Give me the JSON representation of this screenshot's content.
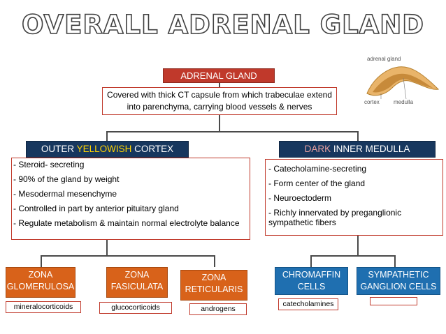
{
  "title": "OVERALL ADRENAL GLAND",
  "root": {
    "label": "ADRENAL GLAND",
    "description": "Covered with thick CT capsule from which trabeculae extend into parenchyma, carrying blood vessels & nerves"
  },
  "inset": {
    "title": "adrenal gland",
    "cortex_label": "cortex",
    "medulla_label": "medulla"
  },
  "cortex": {
    "label_pre": "OUTER ",
    "label_highlight": "YELLOWISH",
    "label_post": " CORTEX",
    "highlight_color": "#ffd400",
    "items": [
      "- Steroid- secreting",
      "- 90% of the gland by weight",
      "- Mesodermal mesenchyme",
      "- Controlled in part by anterior pituitary gland",
      "- Regulate metabolism & maintain normal electrolyte balance"
    ],
    "zones": [
      {
        "name": "ZONA GLOMERULOSA",
        "product": "mineralocorticoids"
      },
      {
        "name": "ZONA FASICULATA",
        "product": "glucocorticoids"
      },
      {
        "name": "ZONA RETICULARIS",
        "product": "androgens"
      }
    ]
  },
  "medulla": {
    "label_pre": "DARK ",
    "label_post": "INNER MEDULLA",
    "items": [
      "- Catecholamine-secreting",
      "- Form center of the gland",
      "- Neuroectoderm",
      "- Richly innervated by preganglionic sympathetic fibers"
    ],
    "cells": [
      {
        "name": "CHROMAFFIN CELLS",
        "product": "catecholamines"
      },
      {
        "name": "SYMPATHETIC GANGLION CELLS",
        "product": ""
      }
    ]
  },
  "colors": {
    "root_box": "#c0392b",
    "header_box": "#17375e",
    "zone_box": "#d8621a",
    "cell_box": "#1f6fb0"
  }
}
